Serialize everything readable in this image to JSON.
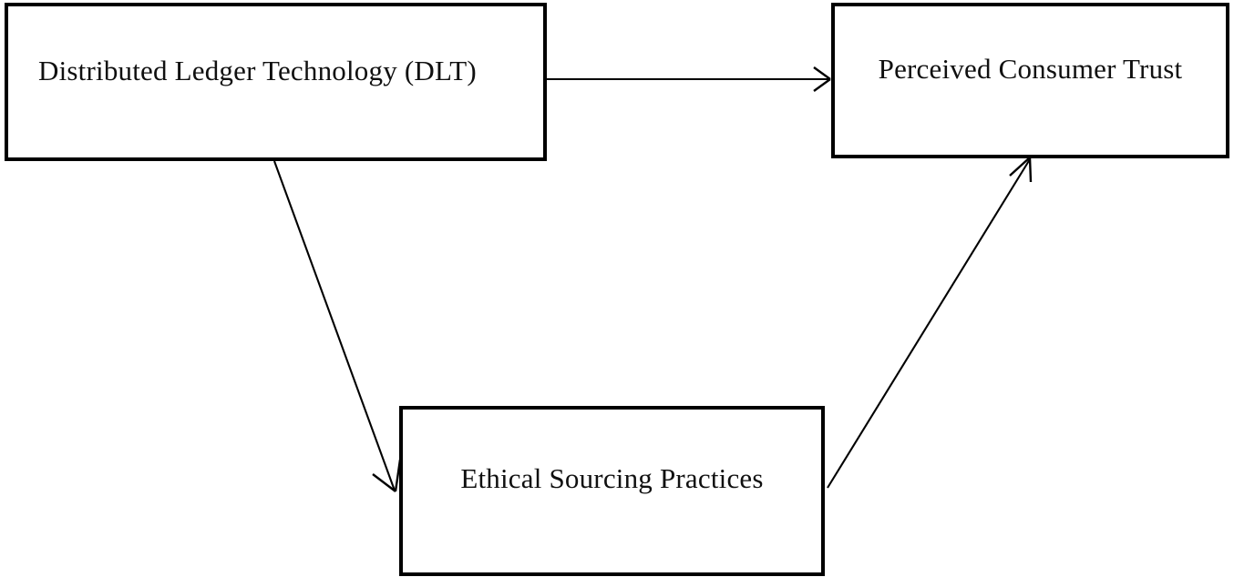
{
  "diagram": {
    "type": "conceptual-framework",
    "title": "",
    "background_color": "#ffffff",
    "line_color": "#000000",
    "text_color": "#101010",
    "nodes": [
      {
        "id": "dlt",
        "label": "Distributed Ledger Technology (DLT)",
        "role": "independent-variable",
        "position": "top-left"
      },
      {
        "id": "trust",
        "label": "Perceived Consumer Trust",
        "role": "dependent-variable",
        "position": "top-right"
      },
      {
        "id": "ethical",
        "label": "Ethical Sourcing Practices",
        "role": "mediator-variable",
        "position": "bottom-center"
      }
    ],
    "edges": [
      {
        "id": "dlt-to-trust",
        "from": "dlt",
        "to": "trust",
        "label": "",
        "arrowhead": "open-v",
        "direction": "horizontal-right"
      },
      {
        "id": "dlt-to-ethical",
        "from": "dlt",
        "to": "ethical",
        "label": "",
        "arrowhead": "open-v",
        "direction": "diagonal-down-right"
      },
      {
        "id": "ethical-to-trust",
        "from": "ethical",
        "to": "trust",
        "label": "",
        "arrowhead": "open-v",
        "direction": "diagonal-up-right"
      }
    ]
  }
}
